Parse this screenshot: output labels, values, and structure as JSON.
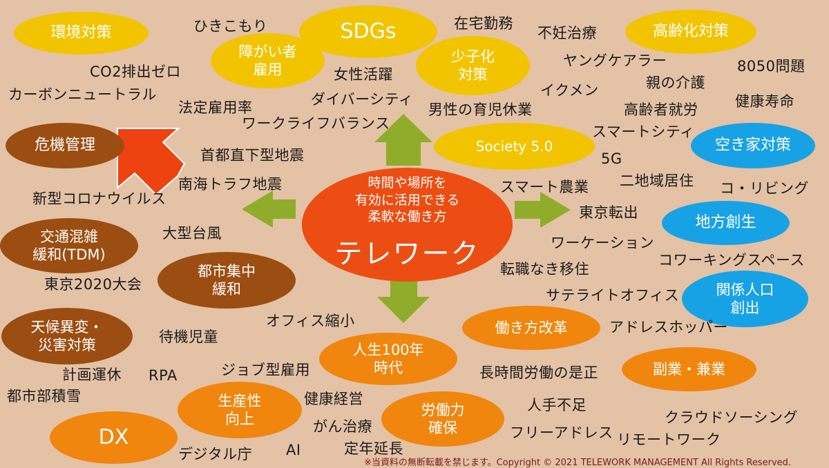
{
  "center": {
    "subtitle": "時間や場所を\n有効に活用できる\n柔軟な働き方",
    "title": "テレワーク"
  },
  "ovals": {
    "env": "環境対策",
    "sdgs": "SDGs",
    "disability": "障がい者\n雇用",
    "birthrate": "少子化\n対策",
    "aging": "高齢化対策",
    "society5": "Society 5.0",
    "akiya": "空き家対策",
    "crisis": "危機管理",
    "traffic": "交通混雑\n緩和(TDM)",
    "urban": "都市集中\n緩和",
    "weather": "天候異変・\n災害対策",
    "regional": "地方創生",
    "relation": "関係人口\n創出",
    "workstyle": "働き方改革",
    "life100": "人生100年\n時代",
    "sidejob": "副業・兼業",
    "productivity": "生産性\n向上",
    "dx": "DX",
    "labor": "労働力\n確保"
  },
  "keywords": {
    "hikikomori": "ひきこもり",
    "zaitaku": "在宅勤務",
    "funin": "不妊治療",
    "co2": "CO2排出ゼロ",
    "carbon": "カーボンニュートラル",
    "josei": "女性活躍",
    "young_carer": "ヤングケアラー",
    "p8050": "8050問題",
    "kaigo": "親の介護",
    "ikumen": "イクメン",
    "diversity": "ダイバーシティ",
    "hotei": "法定雇用率",
    "ikuji": "男性の育児休業",
    "koreisha": "高齢者就労",
    "kenko_jumyo": "健康寿命",
    "wlb": "ワークライフバランス",
    "smartcity": "スマートシティ",
    "shuto": "首都直下型地震",
    "g5": "5G",
    "nankai": "南海トラフ地震",
    "smart_agri": "スマート農業",
    "nichiiki": "二地域居住",
    "coliving": "コ・リビング",
    "corona": "新型コロナウイルス",
    "tokyo_out": "東京転出",
    "typhoon": "大型台風",
    "workation": "ワーケーション",
    "coworking": "コワーキングスペース",
    "olympics": "東京2020大会",
    "tenshoku": "転職なき移住",
    "satellite": "サテライトオフィス",
    "office_shrink": "オフィス縮小",
    "taiki": "待機児童",
    "address_hopper": "アドレスホッパー",
    "keikaku": "計画運休",
    "rpa": "RPA",
    "job": "ジョブ型雇用",
    "chojikan": "長時間労働の是正",
    "toshibu": "都市部積雪",
    "kenko_keiei": "健康経営",
    "hitode": "人手不足",
    "crowdsourcing": "クラウドソーシング",
    "gan": "がん治療",
    "free_address": "フリーアドレス",
    "remote": "リモートワーク",
    "digital": "デジタル庁",
    "ai": "AI",
    "teinen": "定年延長"
  },
  "footer": {
    "copyright": "※当資料の無断転載を禁じます。Copyright © 2021 TELEWORK MANAGEMENT All Rights Reserved."
  },
  "colors": {
    "background": "#e4c2a6",
    "yellow": "#f2c400",
    "brown": "#9b4d12",
    "blue": "#18a2e6",
    "orange": "#f0860e",
    "center": "#ec4d12",
    "arrow_green": "#8fad2a",
    "arrow_red": "#ee4211"
  }
}
